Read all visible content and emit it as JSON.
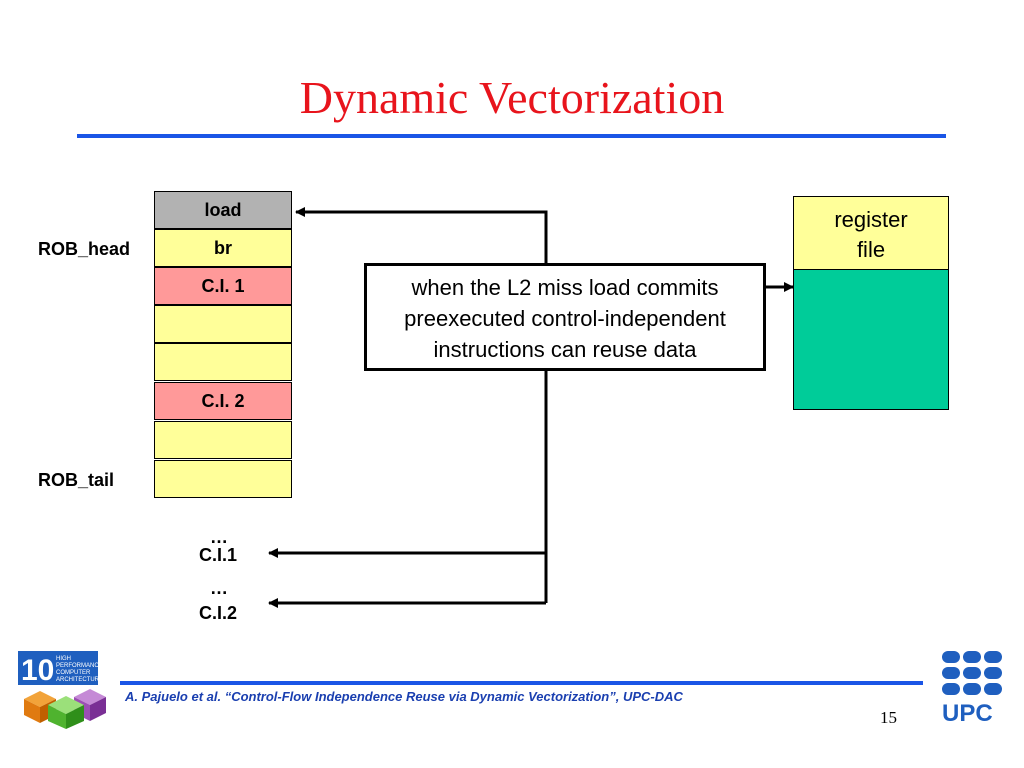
{
  "title": "Dynamic Vectorization",
  "rob": {
    "cells": [
      {
        "label": "load",
        "color": "#b2b2b2"
      },
      {
        "label": "br",
        "color": "#ffff99"
      },
      {
        "label": "C.I. 1",
        "color": "#ff9999"
      },
      {
        "label": "",
        "color": "#ffff99"
      },
      {
        "label": "",
        "color": "#ffff99"
      },
      {
        "label": "C.I. 2",
        "color": "#ff9999"
      },
      {
        "label": "",
        "color": "#ffff99"
      },
      {
        "label": "",
        "color": "#ffff99"
      }
    ],
    "head_label": "ROB_head",
    "tail_label": "ROB_tail"
  },
  "register_file": {
    "line1": "register",
    "line2": "file",
    "header_color": "#ffff99",
    "body_color": "#00cc99"
  },
  "callout": {
    "line1": "when the L2 miss load commits",
    "line2": "preexecuted control-independent",
    "line3": "instructions can reuse data"
  },
  "outputs": {
    "dots1": "…",
    "ci1": "C.I.1",
    "dots2": "…",
    "ci2": "C.I.2"
  },
  "footer": {
    "citation": "A. Pajuelo et al. “Control-Flow Independence Reuse via Dynamic Vectorization”, UPC-DAC",
    "page": "15"
  },
  "logos": {
    "left_text": "HIGH PERFORMANCE COMPUTER ARCHITECTURE",
    "left_number": "10",
    "right_text": "UPC"
  },
  "colors": {
    "title": "#e8141c",
    "rule": "#1a55e6",
    "citation": "#1a3fb0"
  }
}
